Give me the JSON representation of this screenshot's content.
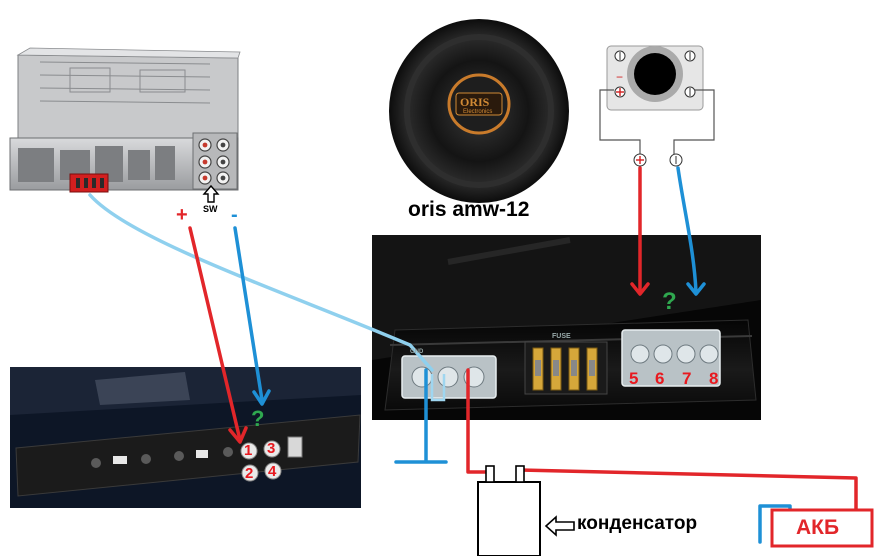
{
  "speaker": {
    "label": "oris amw-12",
    "logo_text": "ORIS",
    "logo_sub": "Electronics"
  },
  "headunit": {
    "sw_label": "SW",
    "plus_sign": "+",
    "minus_sign": "-"
  },
  "right_amp": {
    "fuse_label": "FUSE",
    "gnd_label": "GND",
    "terminal_numbers": [
      "5",
      "6",
      "7",
      "8"
    ],
    "question": "?"
  },
  "left_amp": {
    "terminal_numbers": [
      "1",
      "2",
      "3",
      "4"
    ],
    "question": "?"
  },
  "capacitor": {
    "label": "конденсатор"
  },
  "battery": {
    "label": "АКБ"
  },
  "colors": {
    "positive_wire": "#e2262a",
    "negative_wire": "#1e90d6",
    "signal_wire": "#8fd0ee",
    "number_red": "#e8191f",
    "question_green": "#2fa84f",
    "battery_border": "#e2262a"
  }
}
